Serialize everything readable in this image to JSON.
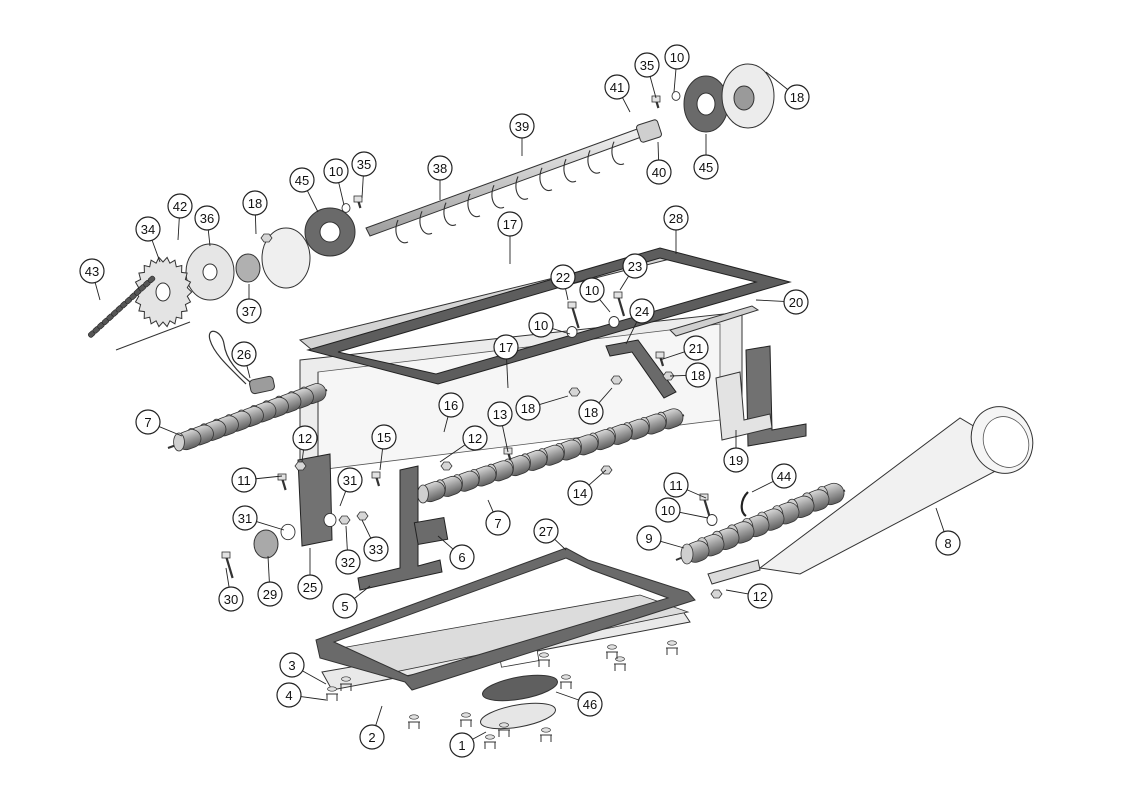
{
  "diagram": {
    "kind": "exploded parts diagram",
    "callouts": [
      {
        "id": "c-43",
        "label": "43"
      },
      {
        "id": "c-34",
        "label": "34"
      },
      {
        "id": "c-42",
        "label": "42"
      },
      {
        "id": "c-36",
        "label": "36"
      },
      {
        "id": "c-37",
        "label": "37"
      },
      {
        "id": "c-18a",
        "label": "18"
      },
      {
        "id": "c-45a",
        "label": "45"
      },
      {
        "id": "c-10a",
        "label": "10"
      },
      {
        "id": "c-35a",
        "label": "35"
      },
      {
        "id": "c-38",
        "label": "38"
      },
      {
        "id": "c-39",
        "label": "39"
      },
      {
        "id": "c-41",
        "label": "41"
      },
      {
        "id": "c-35b",
        "label": "35"
      },
      {
        "id": "c-10b",
        "label": "10"
      },
      {
        "id": "c-18b",
        "label": "18"
      },
      {
        "id": "c-40",
        "label": "40"
      },
      {
        "id": "c-45b",
        "label": "45"
      },
      {
        "id": "c-17a",
        "label": "17"
      },
      {
        "id": "c-28",
        "label": "28"
      },
      {
        "id": "c-22",
        "label": "22"
      },
      {
        "id": "c-23",
        "label": "23"
      },
      {
        "id": "c-10c",
        "label": "10"
      },
      {
        "id": "c-10d",
        "label": "10"
      },
      {
        "id": "c-24",
        "label": "24"
      },
      {
        "id": "c-20",
        "label": "20"
      },
      {
        "id": "c-26",
        "label": "26"
      },
      {
        "id": "c-17b",
        "label": "17"
      },
      {
        "id": "c-21",
        "label": "21"
      },
      {
        "id": "c-18c",
        "label": "18"
      },
      {
        "id": "c-16",
        "label": "16"
      },
      {
        "id": "c-13",
        "label": "13"
      },
      {
        "id": "c-18d",
        "label": "18"
      },
      {
        "id": "c-18e",
        "label": "18"
      },
      {
        "id": "c-7a",
        "label": "7"
      },
      {
        "id": "c-15",
        "label": "15"
      },
      {
        "id": "c-12a",
        "label": "12"
      },
      {
        "id": "c-12b",
        "label": "12"
      },
      {
        "id": "c-19",
        "label": "19"
      },
      {
        "id": "c-11a",
        "label": "11"
      },
      {
        "id": "c-31a",
        "label": "31"
      },
      {
        "id": "c-14",
        "label": "14"
      },
      {
        "id": "c-44",
        "label": "44"
      },
      {
        "id": "c-11b",
        "label": "11"
      },
      {
        "id": "c-7b",
        "label": "7"
      },
      {
        "id": "c-10e",
        "label": "10"
      },
      {
        "id": "c-31b",
        "label": "31"
      },
      {
        "id": "c-27",
        "label": "27"
      },
      {
        "id": "c-9",
        "label": "9"
      },
      {
        "id": "c-8",
        "label": "8"
      },
      {
        "id": "c-33",
        "label": "33"
      },
      {
        "id": "c-32",
        "label": "32"
      },
      {
        "id": "c-6",
        "label": "6"
      },
      {
        "id": "c-30",
        "label": "30"
      },
      {
        "id": "c-29",
        "label": "29"
      },
      {
        "id": "c-25",
        "label": "25"
      },
      {
        "id": "c-5",
        "label": "5"
      },
      {
        "id": "c-12c",
        "label": "12"
      },
      {
        "id": "c-3",
        "label": "3"
      },
      {
        "id": "c-4",
        "label": "4"
      },
      {
        "id": "c-46",
        "label": "46"
      },
      {
        "id": "c-2",
        "label": "2"
      },
      {
        "id": "c-1",
        "label": "1"
      }
    ]
  },
  "colors": {
    "gasket_dark": "#5a5a5a",
    "bracket_dark": "#6b6b6b",
    "part_light": "#e8e8e8",
    "part_mid": "#b9b9b9",
    "outline": "#333333",
    "background": "#ffffff"
  }
}
